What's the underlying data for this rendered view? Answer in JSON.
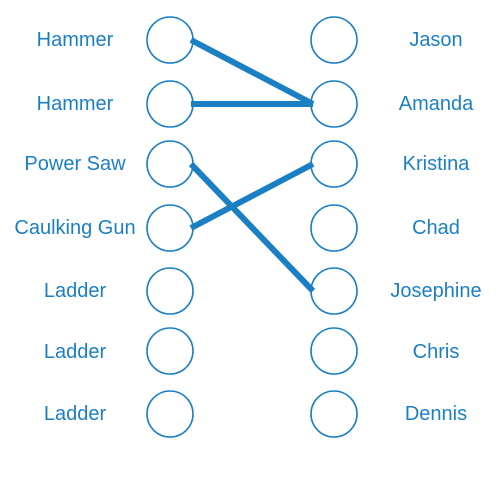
{
  "colors": {
    "accent": "#1b7fc4",
    "circle_stroke": "#1b7fc4",
    "line": "#1b7fc4"
  },
  "left_items": [
    {
      "label": "Hammer"
    },
    {
      "label": "Hammer"
    },
    {
      "label": "Power Saw"
    },
    {
      "label": "Caulking Gun"
    },
    {
      "label": "Ladder"
    },
    {
      "label": "Ladder"
    },
    {
      "label": "Ladder"
    }
  ],
  "right_items": [
    {
      "label": "Jason"
    },
    {
      "label": "Amanda"
    },
    {
      "label": "Kristina"
    },
    {
      "label": "Chad"
    },
    {
      "label": "Josephine"
    },
    {
      "label": "Chris"
    },
    {
      "label": "Dennis"
    }
  ],
  "connections": [
    {
      "from": 0,
      "to": 1
    },
    {
      "from": 1,
      "to": 1
    },
    {
      "from": 2,
      "to": 4
    },
    {
      "from": 3,
      "to": 2
    }
  ]
}
